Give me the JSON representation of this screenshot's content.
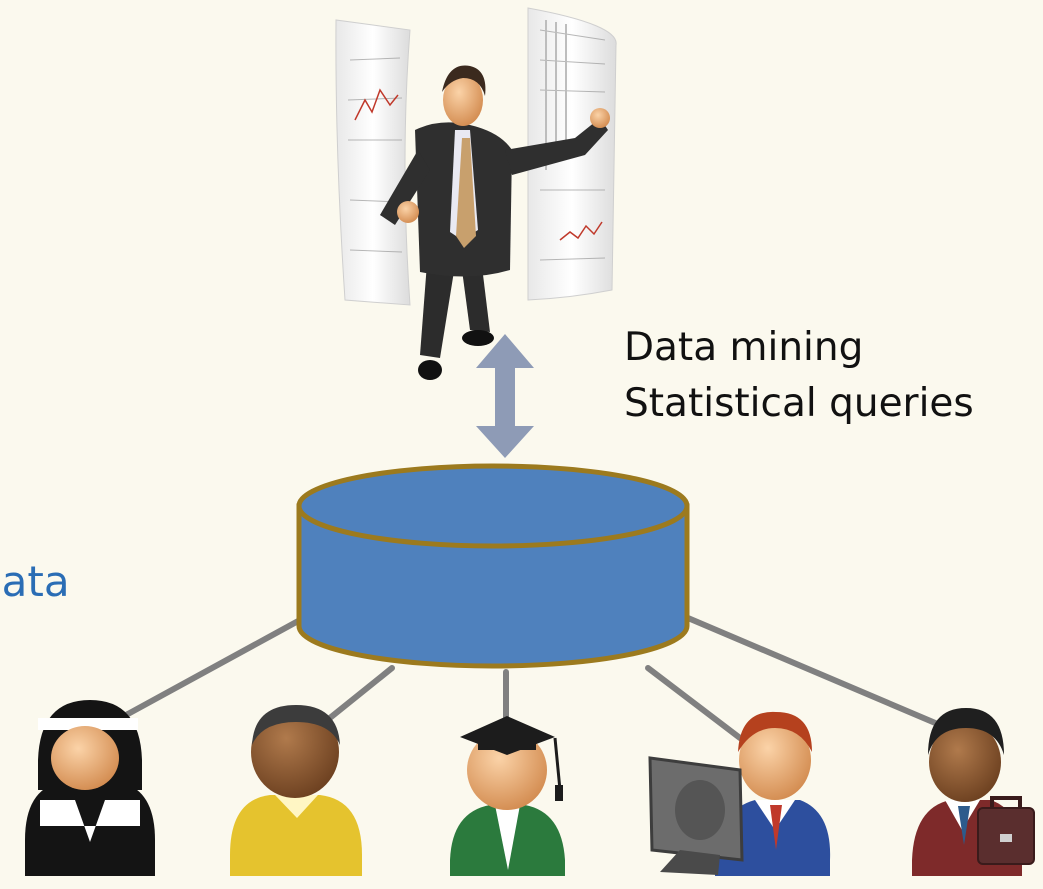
{
  "labels": {
    "data_mining": "Data mining",
    "statistical_queries": "Statistical queries",
    "left_partial": "lata"
  },
  "colors": {
    "background": "#fbf9ee",
    "database_fill": "#4f81bd",
    "database_outline": "#9c7a1e",
    "connector_line": "#808080",
    "arrow_fill": "#8e9bb6",
    "left_label": "#2a6db5"
  },
  "icons": [
    "analyst-with-charts-image",
    "bidirectional-arrow-icon",
    "database-icon",
    "user-nun-icon",
    "user-yellow-shirt-icon",
    "user-graduate-icon",
    "user-computer-operator-icon",
    "user-businessman-icon"
  ]
}
